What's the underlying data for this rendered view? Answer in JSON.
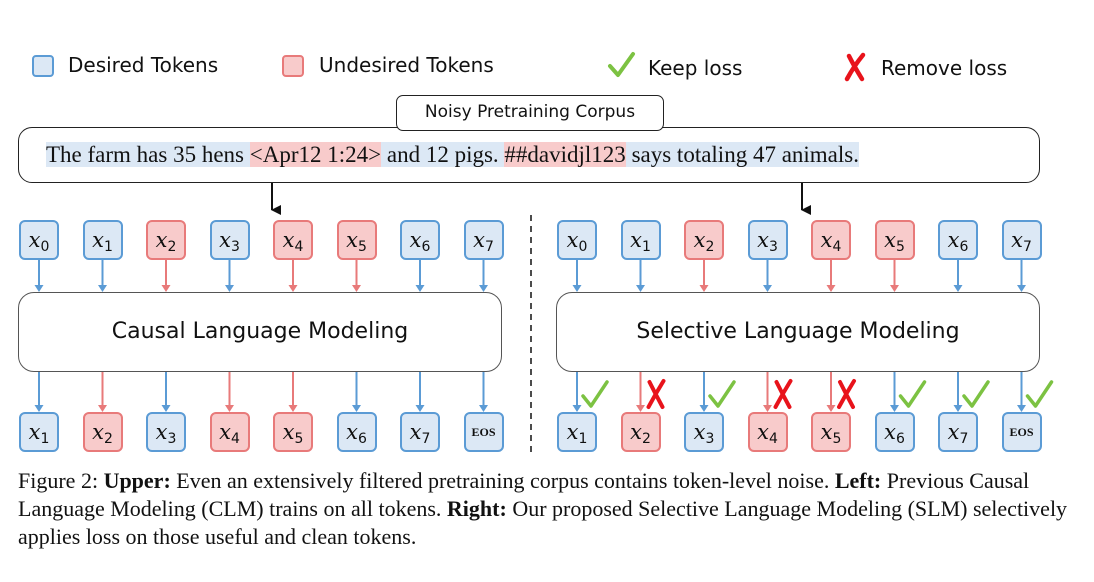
{
  "legend": {
    "desired": "Desired Tokens",
    "undesired": "Undesired Tokens",
    "keep": "Keep loss",
    "remove": "Remove loss"
  },
  "corpus": {
    "title": "Noisy Pretraining Corpus",
    "segments": [
      {
        "text": "The farm has 35 hens ",
        "kind": "desired"
      },
      {
        "text": "<Apr12 1:24>",
        "kind": "undesired"
      },
      {
        "text": " and 12 pigs. ",
        "kind": "desired"
      },
      {
        "text": "##davidjl123",
        "kind": "undesired"
      },
      {
        "text": " says totaling 47 animals.",
        "kind": "desired"
      }
    ]
  },
  "left": {
    "model_label": "Causal Language Modeling",
    "inputs": [
      {
        "sub": "0",
        "kind": "desired"
      },
      {
        "sub": "1",
        "kind": "desired"
      },
      {
        "sub": "2",
        "kind": "undesired"
      },
      {
        "sub": "3",
        "kind": "desired"
      },
      {
        "sub": "4",
        "kind": "undesired"
      },
      {
        "sub": "5",
        "kind": "undesired"
      },
      {
        "sub": "6",
        "kind": "desired"
      },
      {
        "sub": "7",
        "kind": "desired"
      }
    ],
    "outputs": [
      {
        "sub": "1",
        "kind": "desired"
      },
      {
        "sub": "2",
        "kind": "undesired"
      },
      {
        "sub": "3",
        "kind": "desired"
      },
      {
        "sub": "4",
        "kind": "undesired"
      },
      {
        "sub": "5",
        "kind": "undesired"
      },
      {
        "sub": "6",
        "kind": "desired"
      },
      {
        "sub": "7",
        "kind": "desired"
      },
      {
        "label": "EOS",
        "kind": "desired"
      }
    ]
  },
  "right": {
    "model_label": "Selective Language Modeling",
    "inputs": [
      {
        "sub": "0",
        "kind": "desired"
      },
      {
        "sub": "1",
        "kind": "desired"
      },
      {
        "sub": "2",
        "kind": "undesired"
      },
      {
        "sub": "3",
        "kind": "desired"
      },
      {
        "sub": "4",
        "kind": "undesired"
      },
      {
        "sub": "5",
        "kind": "undesired"
      },
      {
        "sub": "6",
        "kind": "desired"
      },
      {
        "sub": "7",
        "kind": "desired"
      }
    ],
    "outputs": [
      {
        "sub": "1",
        "kind": "desired",
        "loss": "keep"
      },
      {
        "sub": "2",
        "kind": "undesired",
        "loss": "remove"
      },
      {
        "sub": "3",
        "kind": "desired",
        "loss": "keep"
      },
      {
        "sub": "4",
        "kind": "undesired",
        "loss": "remove"
      },
      {
        "sub": "5",
        "kind": "undesired",
        "loss": "remove"
      },
      {
        "sub": "6",
        "kind": "desired",
        "loss": "keep"
      },
      {
        "sub": "7",
        "kind": "desired",
        "loss": "keep"
      },
      {
        "label": "EOS",
        "kind": "desired",
        "loss": "keep"
      }
    ]
  },
  "token_symbol": "x",
  "caption": {
    "figure_label": "Figure 2: ",
    "upper_head": "Upper:",
    "upper_text": " Even an extensively filtered pretraining corpus contains token-level noise. ",
    "left_head": "Left:",
    "left_text": " Previous Causal Language Modeling (CLM) trains on all tokens. ",
    "right_head": "Right:",
    "right_text": " Our proposed Selective Language Modeling (SLM) selectively applies loss on those useful and clean tokens."
  },
  "colors": {
    "desired_fill": "#dce8f5",
    "desired_stroke": "#5b9bd5",
    "undesired_fill": "#f8cbcb",
    "undesired_stroke": "#e87a7a",
    "check": "#7cc242",
    "cross": "#e8131b"
  }
}
